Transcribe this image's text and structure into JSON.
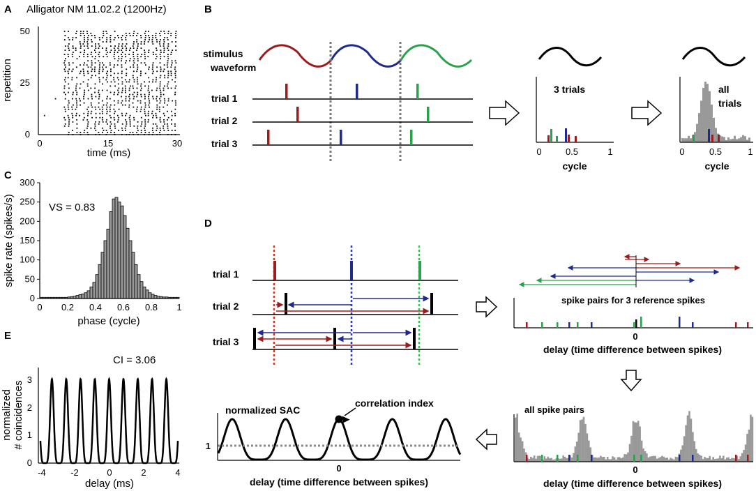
{
  "panels": {
    "A": {
      "label": "A",
      "title": "Alligator NM 11.02.2 (1200Hz)",
      "xlabel": "time (ms)",
      "ylabel": "repetition",
      "xticks": [
        "0",
        "15",
        "30"
      ],
      "yticks": [
        "0",
        "25",
        "50"
      ]
    },
    "B": {
      "label": "B",
      "stimulus_label": [
        "stimulus",
        "waveform"
      ],
      "trials": [
        "trial 1",
        "trial 2",
        "trial 3"
      ],
      "small_plot1_label": "3 trials",
      "small_plot2_label": [
        "all",
        "trials"
      ],
      "xlabel": "cycle",
      "xticks": [
        "0",
        "0.5",
        "1"
      ]
    },
    "C": {
      "label": "C",
      "vs_label": "VS = 0.83",
      "xlabel": "phase (cycle)",
      "ylabel": "spike rate (spikes/s)",
      "xticks": [
        "0",
        "0.2",
        "0.4",
        "0.6",
        "0.8",
        "1"
      ],
      "yticks": [
        "0",
        "50",
        "100",
        "150",
        "200",
        "250",
        "300"
      ]
    },
    "D": {
      "label": "D",
      "trials": [
        "trial 1",
        "trial 2",
        "trial 3"
      ],
      "pairs_title": "spike pairs for 3 reference spikes",
      "all_pairs_title": "all spike pairs",
      "sac_label": "normalized SAC",
      "ci_label": "correlation index",
      "delay_label": "delay (time difference between spikes)",
      "zero": "0",
      "one": "1"
    },
    "E": {
      "label": "E",
      "ci_text": "CI = 3.06",
      "xlabel": "delay (ms)",
      "ylabel": [
        "normalized",
        "# coincidences"
      ],
      "xticks": [
        "-4",
        "-2",
        "0",
        "2",
        "4"
      ],
      "yticks": [
        "0",
        "1",
        "2",
        "3"
      ]
    }
  },
  "colors": {
    "red": "#9b1c1c",
    "blue": "#1f2a8c",
    "green": "#2aa14a",
    "gray_hist": "#999999",
    "dotted_gray": "#777777"
  },
  "chart_data": [
    {
      "type": "scatter",
      "panel": "A",
      "description": "raster plot of spike times across repetitions",
      "xlim": [
        0,
        30
      ],
      "ylim": [
        0,
        50
      ],
      "xlabel": "time (ms)",
      "ylabel": "repetition",
      "stimulus_onset_ms": 5
    },
    {
      "type": "bar",
      "panel": "C",
      "xlabel": "phase (cycle)",
      "ylabel": "spike rate (spikes/s)",
      "xlim": [
        0,
        1
      ],
      "ylim": [
        0,
        300
      ],
      "bin_width": 0.02,
      "bin_starts": [
        0,
        0.02,
        0.04,
        0.06,
        0.08,
        0.1,
        0.12,
        0.14,
        0.16,
        0.18,
        0.2,
        0.22,
        0.24,
        0.26,
        0.28,
        0.3,
        0.32,
        0.34,
        0.36,
        0.38,
        0.4,
        0.42,
        0.44,
        0.46,
        0.48,
        0.5,
        0.52,
        0.54,
        0.56,
        0.58,
        0.6,
        0.62,
        0.64,
        0.66,
        0.68,
        0.7,
        0.72,
        0.74,
        0.76,
        0.78,
        0.8,
        0.82,
        0.84,
        0.86,
        0.88,
        0.9,
        0.92,
        0.94,
        0.96,
        0.98
      ],
      "values": [
        3,
        3,
        3,
        3,
        3,
        3,
        3,
        3,
        3,
        3,
        4,
        5,
        6,
        8,
        10,
        12,
        15,
        20,
        30,
        42,
        62,
        88,
        120,
        150,
        180,
        225,
        258,
        262,
        250,
        240,
        215,
        182,
        150,
        120,
        88,
        62,
        44,
        30,
        22,
        15,
        11,
        8,
        6,
        5,
        4,
        4,
        3,
        3,
        3,
        3
      ]
    },
    {
      "type": "line",
      "panel": "E",
      "xlabel": "delay (ms)",
      "ylabel": "normalized # coincidences",
      "xlim": [
        -4,
        4
      ],
      "ylim": [
        0,
        3.3
      ],
      "period_ms": 0.833,
      "peak_value": 3.06,
      "trough_value": 0
    }
  ]
}
